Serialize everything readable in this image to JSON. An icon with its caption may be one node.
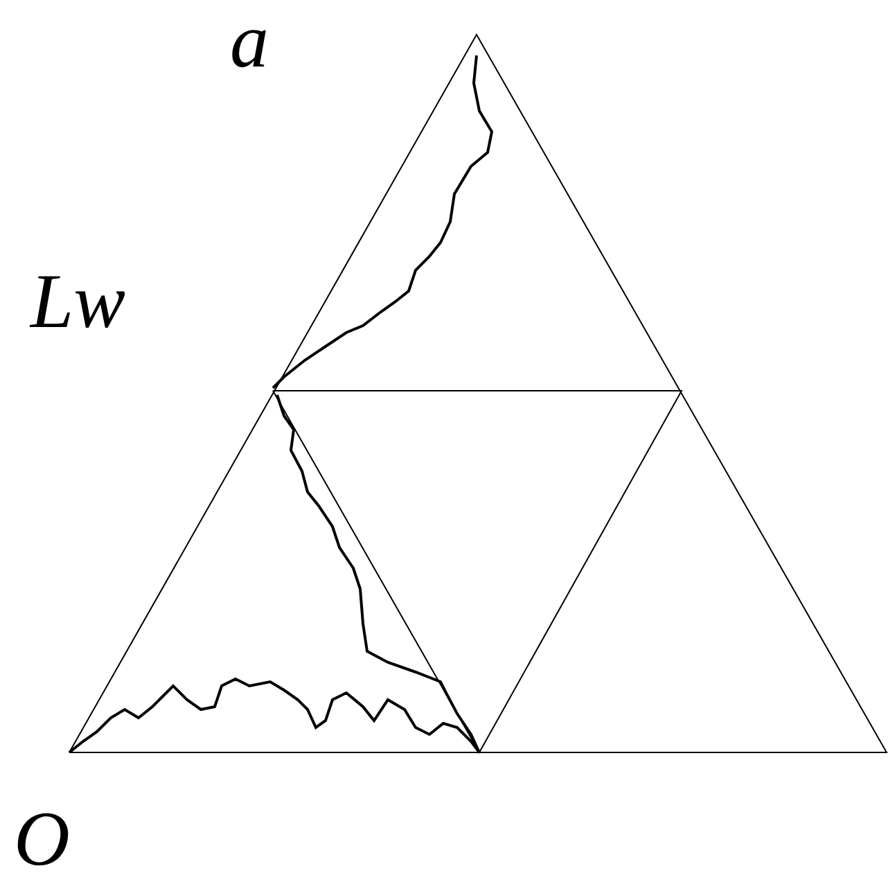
{
  "diagram": {
    "labels": [
      "a",
      "Lw",
      "O"
    ]
  }
}
